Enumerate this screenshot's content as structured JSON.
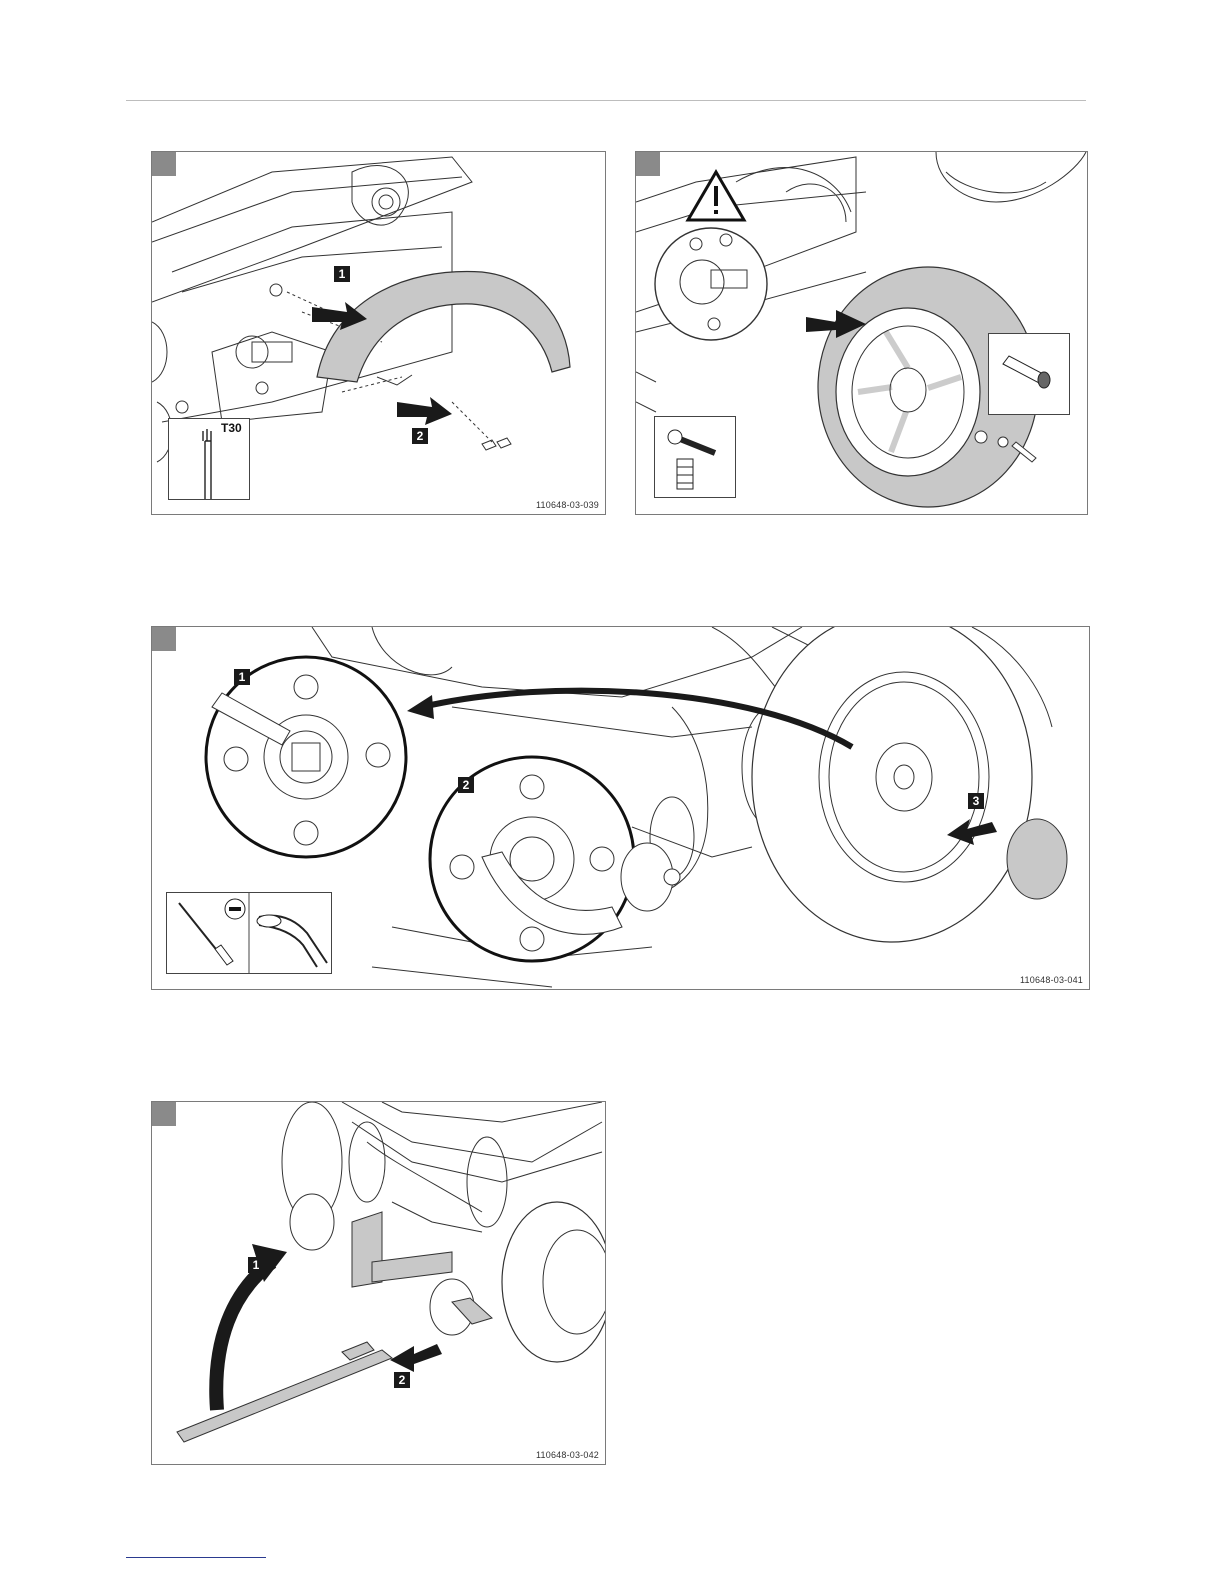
{
  "figures": [
    {
      "code": "110648-03-039",
      "callouts": [
        "1",
        "2"
      ],
      "tool_label": "T30"
    },
    {
      "code": "",
      "callouts": []
    },
    {
      "code": "110648-03-041",
      "callouts": [
        "1",
        "2",
        "3"
      ]
    },
    {
      "code": "110648-03-042",
      "callouts": [
        "1",
        "2"
      ]
    }
  ],
  "icons": {
    "warning": "warning-triangle-icon",
    "torque_wrench": "torque-wrench-icon",
    "screwdriver_minus": "flat-screwdriver-icon",
    "pliers": "pliers-icon"
  },
  "colors": {
    "frame": "#7a7a7a",
    "tab": "#8a8a8a",
    "callout": "#1a1a1a",
    "shading": "#c8c8c8",
    "footer_rule": "#2a3a8f"
  }
}
